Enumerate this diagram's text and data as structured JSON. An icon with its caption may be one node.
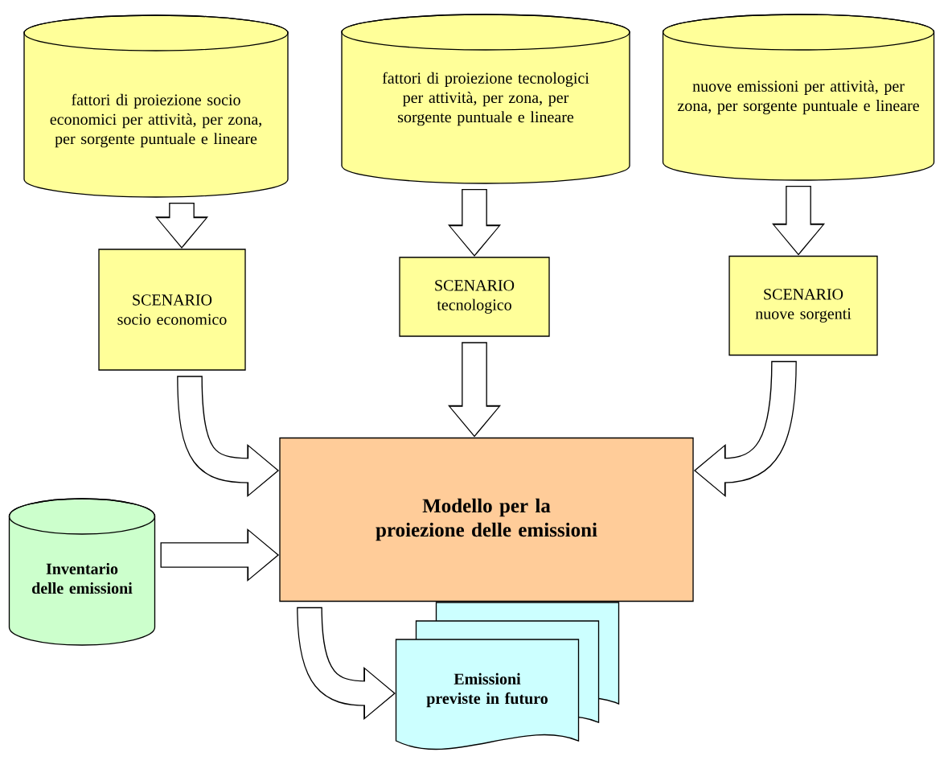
{
  "diagram": {
    "nodes": [
      {
        "text": [
          "fattori di proiezione socio economici per attività, per zona, per sorgente puntuale e lineare"
        ]
      },
      {
        "text": [
          "fattori di proiezione tecnologici per attività, per zona, per sorgente puntuale e lineare"
        ]
      },
      {
        "text": [
          "nuove emissioni per attività, per zona, per sorgente puntuale e lineare"
        ]
      },
      {
        "text": [
          "SCENARIO socio economico"
        ]
      },
      {
        "text": [
          "SCENARIO tecnologico"
        ]
      },
      {
        "text": [
          "SCENARIO nuove sorgenti"
        ]
      },
      {
        "text": [
          "Modello per la proiezione delle emissioni"
        ]
      },
      {
        "text": [
          "Inventario delle emissioni"
        ]
      },
      {
        "text": [
          "Emissioni previste in futuro"
        ]
      }
    ],
    "edges": [
      {
        "from": 0,
        "to": 3,
        "arrow": "to"
      },
      {
        "from": 1,
        "to": 4,
        "arrow": "to"
      },
      {
        "from": 2,
        "to": 5,
        "arrow": "to"
      },
      {
        "from": 3,
        "to": 6,
        "arrow": "to",
        "color": "#000000"
      },
      {
        "from": 4,
        "to": 6,
        "arrow": "to"
      },
      {
        "from": 5,
        "to": 6,
        "arrow": "to",
        "color": "#000000"
      },
      {
        "from": 7,
        "to": 6,
        "arrow": "to"
      },
      {
        "from": 6,
        "to": 8,
        "arrow": "to",
        "color": "#000000"
      }
    ]
  }
}
